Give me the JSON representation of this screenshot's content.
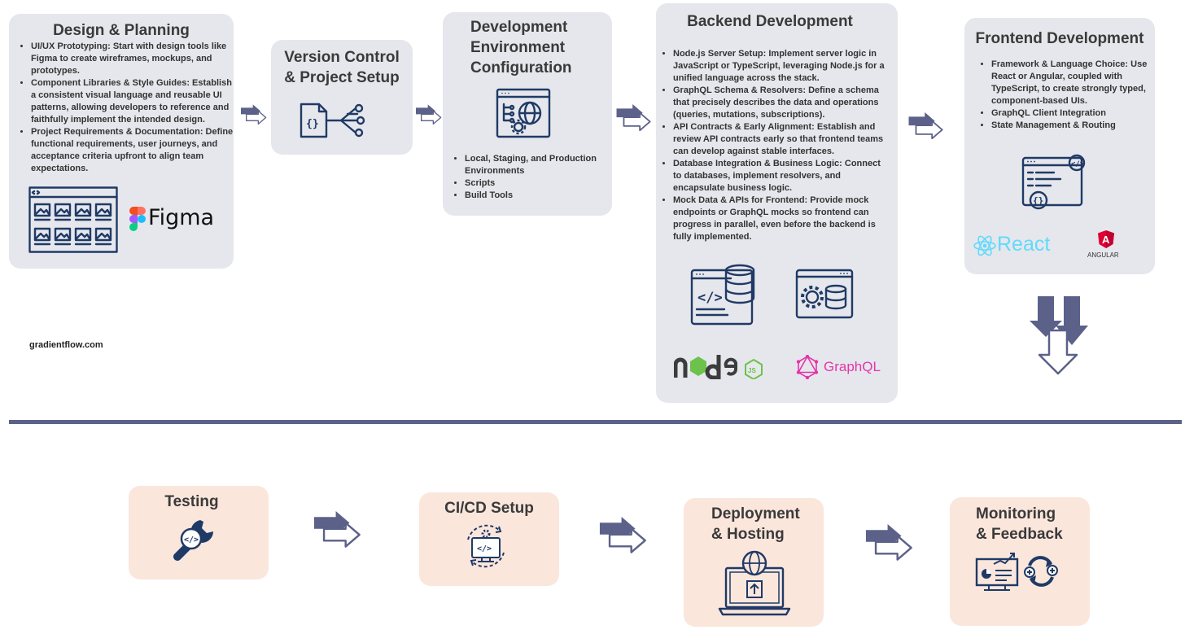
{
  "design": {
    "title": "Design & Planning",
    "bullets": [
      "UI/UX Prototyping:  Start with design tools like Figma to create wireframes, mockups, and prototypes.",
      "Component Libraries & Style Guides: Establish a consistent visual language and reusable UI patterns, allowing developers to reference and faithfully implement the intended design.",
      "Project Requirements & Documentation: Define functional requirements, user journeys, and acceptance criteria upfront to align team expectations."
    ],
    "logo": "Figma"
  },
  "version_control": {
    "title_line1": "Version Control",
    "title_line2": "& Project Setup"
  },
  "dev_env": {
    "title_line1": "Development",
    "title_line2": "Environment",
    "title_line3": "Configuration",
    "bullets": [
      "Local, Staging, and Production Environments",
      "Scripts",
      "Build Tools"
    ]
  },
  "backend": {
    "title": "Backend Development",
    "bullets": [
      "Node.js Server Setup: Implement server logic in JavaScript or TypeScript, leveraging Node.js for a unified language across the stack.",
      "GraphQL Schema & Resolvers: Define a schema that precisely describes the data and operations (queries, mutations, subscriptions).",
      "API Contracts & Early Alignment: Establish and review API contracts early so that frontend teams can develop against stable interfaces.",
      "Database Integration & Business Logic: Connect to databases, implement resolvers, and encapsulate business logic.",
      "Mock Data & APIs for Frontend: Provide mock endpoints or GraphQL mocks so frontend can progress in parallel, even before the backend is fully implemented."
    ],
    "logo_node": "node",
    "logo_node_js": "JS",
    "logo_graphql": "GraphQL"
  },
  "frontend": {
    "title": "Frontend Development",
    "bullets": [
      "Framework & Language Choice: Use React or Angular, coupled with TypeScript, to create strongly typed, component-based UIs.",
      "GraphQL Client Integration",
      "State Management & Routing"
    ],
    "logo_react": "React",
    "logo_angular": "ANGULAR",
    "logo_angular_mark": "A"
  },
  "footer": "gradientflow.com",
  "bottom": {
    "testing": "Testing",
    "cicd": "CI/CD Setup",
    "deploy_line1": "Deployment",
    "deploy_line2": "& Hosting",
    "monitor_line1": "Monitoring",
    "monitor_line2": "& Feedback"
  },
  "colors": {
    "card": "#e6e7ec",
    "peach": "#fbe6dc",
    "navy": "#1f3a66",
    "arrow": "#5b6189",
    "divider": "#5b6189"
  }
}
